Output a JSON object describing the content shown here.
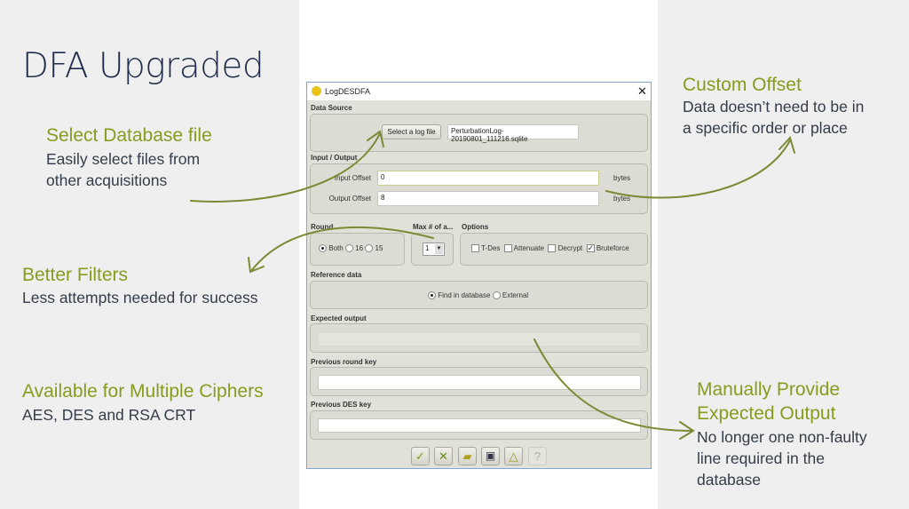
{
  "slide": {
    "title": "DFA Upgraded",
    "callouts": [
      {
        "heading": "Select Database file",
        "body": [
          "Easily select files from",
          "other acquisitions"
        ]
      },
      {
        "heading": "Better Filters",
        "body": [
          "Less attempts needed for success"
        ]
      },
      {
        "heading": "Available for Multiple Ciphers",
        "body": [
          "AES, DES and RSA CRT"
        ]
      },
      {
        "heading": "Custom Offset",
        "body": [
          "Data doesn’t need to be in",
          "a specific order or place"
        ]
      },
      {
        "heading": [
          "Manually Provide",
          "Expected Output"
        ],
        "body": [
          "No longer one non-faulty",
          "line required in the",
          "database"
        ]
      }
    ],
    "colors": {
      "accent": "#8a9a1e",
      "arrow": "#7b8a34",
      "title": "#1f2d4a"
    }
  },
  "dialog": {
    "title": "LogDESDFA",
    "close_icon": "close-icon",
    "data_source": {
      "label": "Data Source",
      "button": "Select a log file",
      "file": "PerturbationLog-20190801_111216.sqlite"
    },
    "io": {
      "label": "Input / Output",
      "input_label": "Input Offset",
      "input_value": "0",
      "output_label": "Output Offset",
      "output_value": "8",
      "unit": "bytes"
    },
    "round": {
      "label": "Round",
      "options": [
        "Both",
        "16",
        "15"
      ],
      "selected": "Both"
    },
    "max": {
      "label": "Max # of a...",
      "value": "1"
    },
    "options": {
      "label": "Options",
      "items": [
        {
          "label": "T-Des",
          "checked": false
        },
        {
          "label": "Attenuate",
          "checked": false
        },
        {
          "label": "Decrypt",
          "checked": false
        },
        {
          "label": "Bruteforce",
          "checked": true
        }
      ]
    },
    "reference": {
      "label": "Reference data",
      "options": [
        "Find in database",
        "External"
      ],
      "selected": "Find in database"
    },
    "expected": {
      "label": "Expected output",
      "value": ""
    },
    "prev_round": {
      "label": "Previous round key",
      "value": ""
    },
    "prev_des": {
      "label": "Previous DES key",
      "value": ""
    },
    "toolbar": {
      "help": "?"
    }
  }
}
